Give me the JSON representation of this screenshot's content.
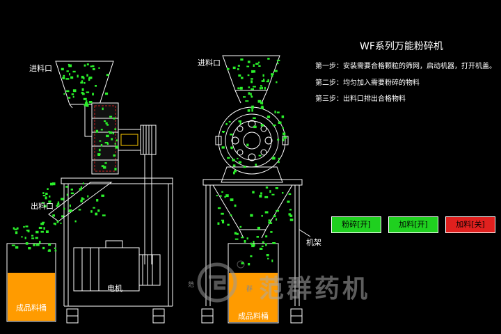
{
  "title": "WF系列万能粉碎机",
  "steps": [
    "第一步：安装需要合格颗粒的筛网，启动机器，打开机盖。",
    "第二步：均匀加入需要粉碎的物料",
    "第三步：出料口排出合格物料"
  ],
  "labels": {
    "inlet_left": "进料口",
    "inlet_right": "进料口",
    "outlet": "出料口",
    "motor": "电机",
    "frame": "机架",
    "barrel_left": "成品料桶",
    "barrel_right": "成品料桶"
  },
  "buttons": {
    "crush": "粉碎[开]",
    "feed_on": "加料[开]",
    "feed_off": "加料[关]"
  },
  "watermark": {
    "brand": "范群药机",
    "seal_left": "范",
    "seal_right": "群"
  },
  "colors": {
    "accent_green": "#1fd01f",
    "stop_red": "#e0201e",
    "product_orange": "#ff9b00",
    "particle_green": "#2bf02b",
    "machine_red": "#d01e1e"
  }
}
